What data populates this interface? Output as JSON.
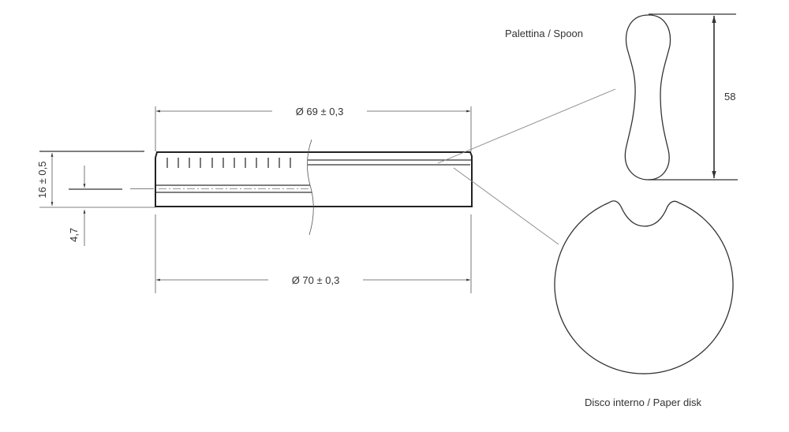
{
  "cap_drawing": {
    "dim_top": "Ø  69 ± 0,3",
    "dim_bottom": "Ø  70 ± 0,3",
    "dim_height": "16 ± 0,5",
    "dim_offset": "4,7"
  },
  "spoon": {
    "label": "Palettina / Spoon",
    "dim_length": "58"
  },
  "disk": {
    "label": "Disco interno / Paper disk"
  }
}
